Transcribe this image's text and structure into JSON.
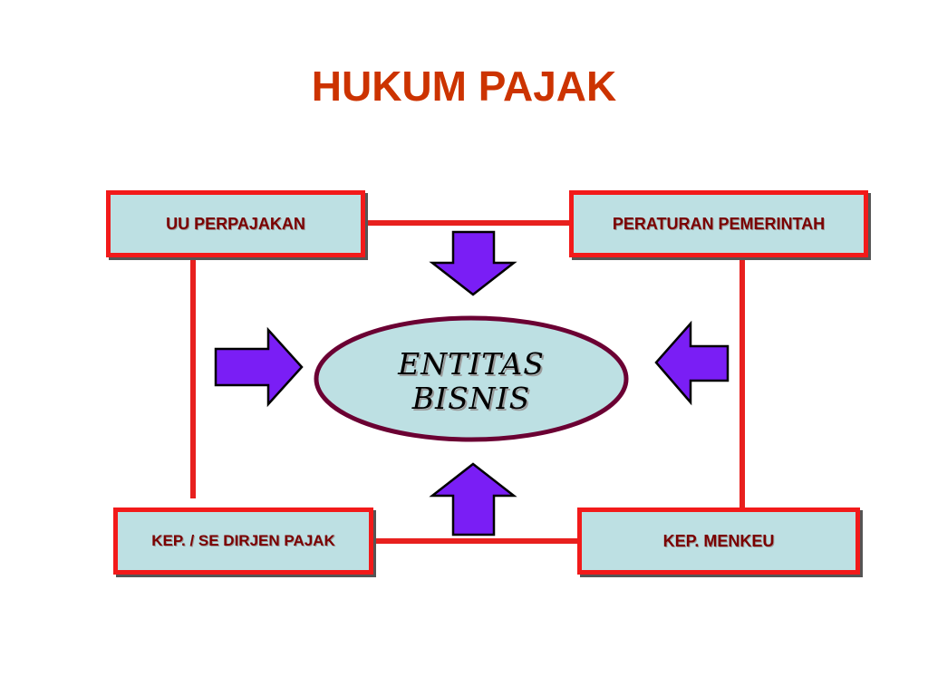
{
  "title": "HUKUM PAJAK",
  "boxes": {
    "uu_perpajakan": "UU PERPAJAKAN",
    "peraturan_pemerintah": "PERATURAN PEMERINTAH",
    "kep_se_dirjen_pajak": "KEP. / SE DIRJEN PAJAK",
    "kep_menkeu": "KEP. MENKEU"
  },
  "center": {
    "line1": "ENTITAS",
    "line2": "BISNIS"
  },
  "colors": {
    "title": "#cc3300",
    "box_fill": "#bde0e3",
    "box_border": "#f21a1a",
    "box_text": "#7a0000",
    "connector": "#e8201e",
    "arrow_fill": "#7a1ef5",
    "ellipse_border": "#6b0033"
  },
  "icons": {
    "arrow_down": "arrow-down-icon",
    "arrow_up": "arrow-up-icon",
    "arrow_right": "arrow-right-icon",
    "arrow_left": "arrow-left-icon"
  }
}
